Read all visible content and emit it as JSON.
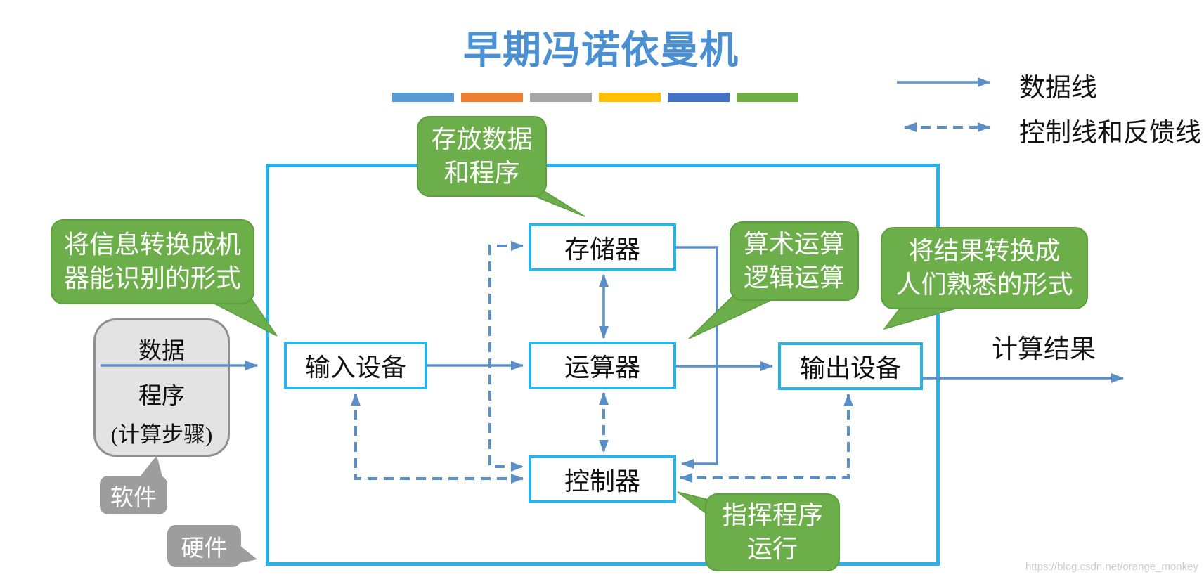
{
  "title": "早期冯诺依曼机",
  "legend": {
    "data_line": "数据线",
    "control_line": "控制线和反馈线"
  },
  "divider_colors": [
    "#5b9bd5",
    "#ed7d31",
    "#a5a5a5",
    "#ffc000",
    "#4472c4",
    "#70ad47"
  ],
  "palette": {
    "title_blue": "#4a90d2",
    "box_border_cyan": "#29b2e5",
    "arrow_blue": "#5b8fc7",
    "callout_green": "#6cae49",
    "gray_label": "#9d9d9d"
  },
  "boxes": {
    "memory": "存储器",
    "alu": "运算器",
    "controller": "控制器",
    "input": "输入设备",
    "output": "输出设备"
  },
  "callouts": {
    "memory_note": {
      "line1": "存放数据",
      "line2": "和程序"
    },
    "input_note": {
      "line1": "将信息转换成机",
      "line2": "器能识别的形式"
    },
    "alu_note": {
      "line1": "算术运算",
      "line2": "逻辑运算"
    },
    "output_note": {
      "line1": "将结果转换成",
      "line2": "人们熟悉的形式"
    },
    "control_note": {
      "line1": "指挥程序",
      "line2": "运行"
    }
  },
  "software_data_box": {
    "line1": "数据",
    "line2": "程序",
    "line3": "(计算步骤)"
  },
  "labels": {
    "software": "软件",
    "hardware": "硬件",
    "result": "计算结果"
  },
  "watermark": "https://blog.csdn.net/orange_monkey"
}
